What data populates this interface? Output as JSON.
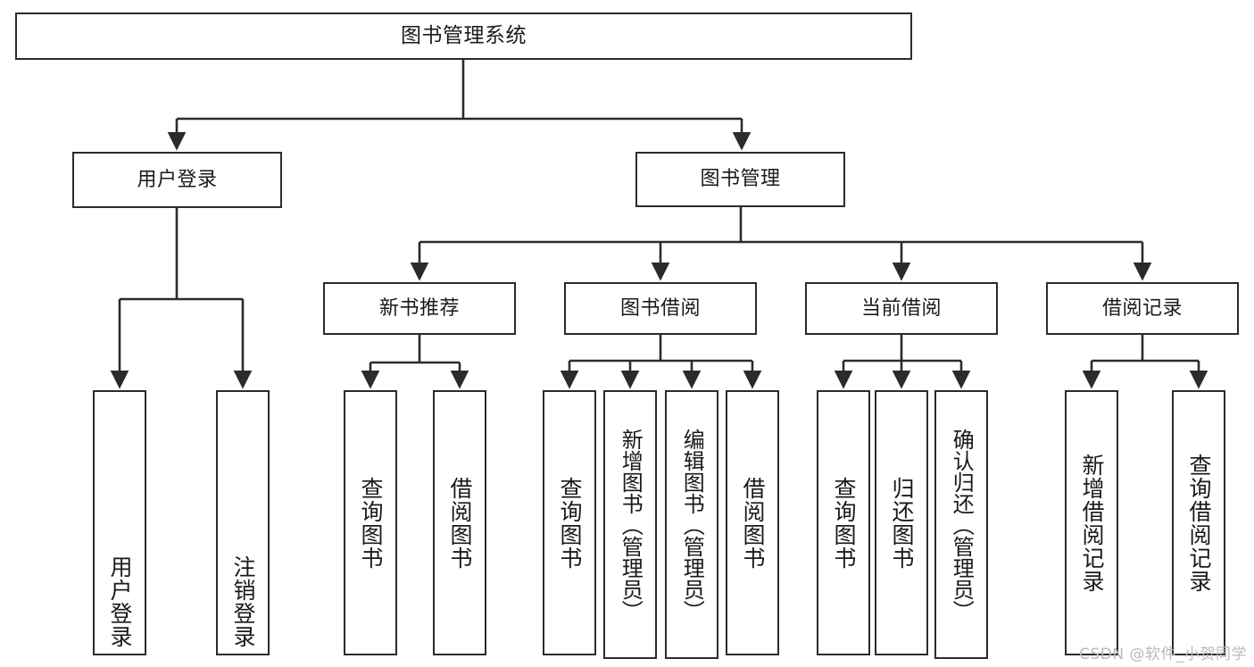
{
  "diagram": {
    "title": "图书管理系统",
    "stroke_color": "#2b2b2b",
    "fill_color": "#ffffff",
    "text_color": "#1a1a1a",
    "watermark": "CSDN @软件_小贺同学"
  },
  "nodes": {
    "root": {
      "label": "图书管理系统"
    },
    "level2": [
      {
        "id": "user-login",
        "label": "用户登录"
      },
      {
        "id": "book-manage",
        "label": "图书管理"
      }
    ],
    "level3": [
      {
        "id": "new-book-recommend",
        "label": "新书推荐"
      },
      {
        "id": "book-borrow",
        "label": "图书借阅"
      },
      {
        "id": "current-borrow",
        "label": "当前借阅"
      },
      {
        "id": "borrow-record",
        "label": "借阅记录"
      }
    ],
    "leaves": {
      "user_login": [
        {
          "id": "user-login-leaf",
          "label": "用户登录"
        },
        {
          "id": "logout-leaf",
          "label": "注销登录"
        }
      ],
      "new_book_recommend": [
        {
          "id": "query-book-1",
          "label": "查询图书"
        },
        {
          "id": "borrow-book-1",
          "label": "借阅图书"
        }
      ],
      "book_borrow": [
        {
          "id": "query-book-2",
          "label": "查询图书"
        },
        {
          "id": "add-book",
          "label": "新增图书（管理员）"
        },
        {
          "id": "edit-book",
          "label": "编辑图书（管理员）"
        },
        {
          "id": "borrow-book-2",
          "label": "借阅图书"
        }
      ],
      "current_borrow": [
        {
          "id": "query-book-3",
          "label": "查询图书"
        },
        {
          "id": "return-book",
          "label": "归还图书"
        },
        {
          "id": "confirm-return",
          "label": "确认归还（管理员）"
        }
      ],
      "borrow_record": [
        {
          "id": "add-borrow-record",
          "label": "新增借阅记录"
        },
        {
          "id": "query-borrow-record",
          "label": "查询借阅记录"
        }
      ]
    }
  }
}
